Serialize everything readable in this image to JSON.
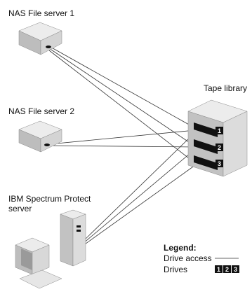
{
  "nodes": {
    "nas1": {
      "label": "NAS File server 1"
    },
    "nas2": {
      "label": "NAS File server 2"
    },
    "tape": {
      "label": "Tape library"
    },
    "spectrum": {
      "label_line1": "IBM Spectrum Protect",
      "label_line2": "server"
    }
  },
  "drives": [
    "1",
    "2",
    "3"
  ],
  "legend": {
    "title": "Legend:",
    "drive_access": "Drive access",
    "drives": "Drives",
    "drive_numbers": [
      "1",
      "2",
      "3"
    ]
  },
  "colors": {
    "device_top": "#ececec",
    "device_front": "#cfcfcf",
    "device_side": "#b4b4b4",
    "drive_slot": "#111111",
    "line": "#333333"
  }
}
